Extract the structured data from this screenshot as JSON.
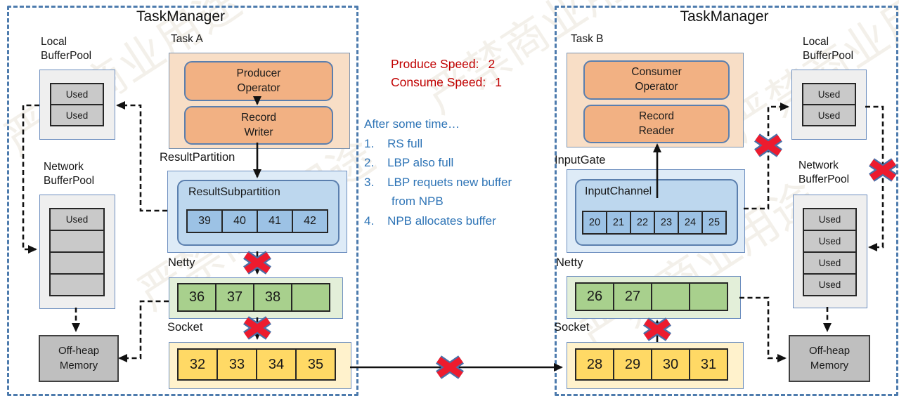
{
  "watermark": {
    "text": "严禁商业用途",
    "color": "#eae5d9"
  },
  "speeds": {
    "produce_label": "Produce Speed:",
    "produce_value": "2",
    "consume_label": "Consume Speed:",
    "consume_value": "1",
    "color": "#c00000"
  },
  "notes": {
    "title": "After some time…",
    "items": [
      "1.    RS full",
      "2.    LBP also full",
      "3.    LBP requets new buffer",
      "from NPB",
      "4.    NPB allocates buffer"
    ],
    "color": "#2e74b6"
  },
  "tm_left": {
    "title": "TaskManager",
    "task_label": "Task A",
    "producer_operator": "Producer\nOperator",
    "record_writer": "Record\nWriter",
    "result_partition_label": "ResultPartition",
    "result_subpartition_label": "ResultSubpartition",
    "rs_cells": [
      "39",
      "40",
      "41",
      "42"
    ],
    "netty_label": "Netty",
    "netty_cells": [
      "36",
      "37",
      "38",
      ""
    ],
    "socket_label": "Socket",
    "socket_cells": [
      "32",
      "33",
      "34",
      "35"
    ],
    "lbp_label": "Local\nBufferPool",
    "lbp_cells": [
      "Used",
      "Used"
    ],
    "nbp_label": "Network\nBufferPool",
    "nbp_cells": [
      "Used",
      "",
      "",
      ""
    ],
    "offheap_label": "Off-heap\nMemory"
  },
  "tm_right": {
    "title": "TaskManager",
    "task_label": "Task B",
    "consumer_operator": "Consumer\nOperator",
    "record_reader": "Record\nReader",
    "input_gate_label": "InputGate",
    "input_channel_label": "InputChannel",
    "ic_cells": [
      "20",
      "21",
      "22",
      "23",
      "24",
      "25"
    ],
    "netty_label": "Netty",
    "netty_cells": [
      "26",
      "27",
      "",
      ""
    ],
    "socket_label": "Socket",
    "socket_cells": [
      "28",
      "29",
      "30",
      "31"
    ],
    "lbp_label": "Local\nBufferPool",
    "lbp_cells": [
      "Used",
      "Used"
    ],
    "nbp_label": "Network\nBufferPool",
    "nbp_cells": [
      "Used",
      "Used",
      "Used",
      "Used"
    ],
    "offheap_label": "Off-heap\nMemory"
  },
  "colors": {
    "tm_border": "#4d7bad",
    "task_fill": "#f8dec6",
    "operator_fill": "#f2b183",
    "partition_fill": "#deebf7",
    "subpartition_fill": "#bdd7ee",
    "buffer_cell_blue": "#9cc2e5",
    "netty_fill": "#e3efd9",
    "netty_cell": "#a8d08d",
    "socket_fill": "#fff2cc",
    "socket_cell": "#ffd965",
    "pool_fill": "#efefef",
    "used_cell": "#c9c9c9",
    "offheap_fill": "#bfbfbf",
    "blocked_x": "#ed1b2e"
  }
}
